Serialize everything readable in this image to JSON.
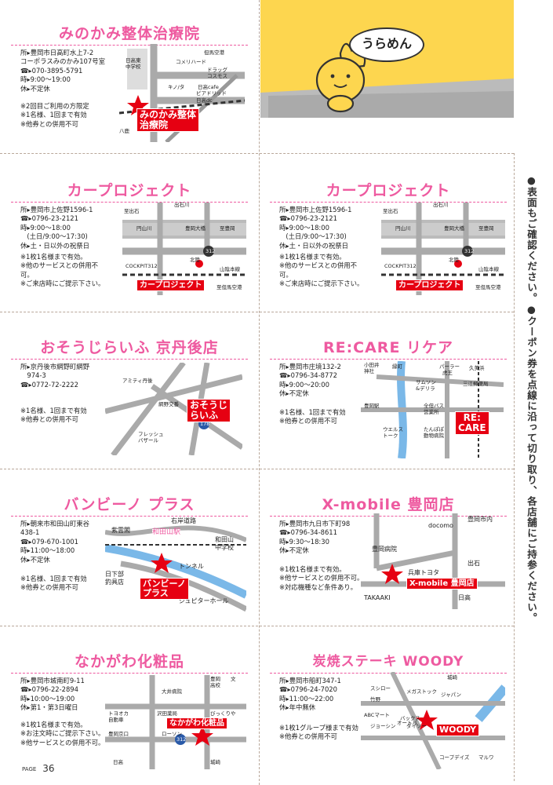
{
  "page": {
    "page_label": "PAGE",
    "page_number": "36",
    "side_note": "●表面もご確認ください。●クーポン券を点線に沿って切り取り、各店舗にご持参ください。",
    "character_name": "うらめん"
  },
  "coupons": [
    {
      "title": "みのかみ整体治療院",
      "info": [
        "所▸豊岡市日高町水上7-2",
        "コーポラスみのかみ107号室",
        "☎▸070-3895-5791",
        "時▸9:00〜19:00",
        "休▸不定休"
      ],
      "notes": [
        "※2回目ご利用の方限定",
        "※1名様、1回まで有効",
        "※他券との併用不可"
      ],
      "shop_label": [
        "みのかみ整体",
        "治療院"
      ],
      "map_labels": {
        "a": "日高東",
        "b": "中学校",
        "c": "コメリハード",
        "d": "但馬空港",
        "e": "ドラッグ",
        "f": "コスモス",
        "g": "キノ/タ",
        "h": "ピアドリッド",
        "i": "日高dc",
        "j": "八鹿",
        "k": "日高cafe"
      }
    },
    {
      "title": "カープロジェクト",
      "info": [
        "所▸豊岡市上佐野1596-1",
        "☎▸0796-23-2121",
        "時▸9:00〜18:00",
        "　(土日/9:00〜17:30)",
        "休▸土・日以外の祝祭日"
      ],
      "notes": [
        "※1枚1名様まで有効。",
        "※他のサービスとの併用不",
        "可。",
        "※ご来店時にご提示下さい。"
      ],
      "shop_label": [
        "カープロジェクト"
      ],
      "map_labels": {
        "a": "出石川",
        "b": "円山川",
        "c": "豊岡大橋",
        "d": "至出石",
        "e": "至豊岡",
        "f": "北陸",
        "g": "COCKPIT312",
        "h": "312",
        "i": "山陰本線",
        "j": "至但馬空港"
      }
    },
    {
      "title": "カープロジェクト",
      "info": [
        "所▸豊岡市上佐野1596-1",
        "☎▸0796-23-2121",
        "時▸9:00〜18:00",
        "　(土日/9:00〜17:30)",
        "休▸土・日以外の祝祭日"
      ],
      "notes": [
        "※1枚1名様まで有効。",
        "※他のサービスとの併用不",
        "可。",
        "※ご来店時にご提示下さい。"
      ],
      "shop_label": [
        "カープロジェクト"
      ],
      "map_labels": {
        "a": "出石川",
        "b": "円山川",
        "c": "豊岡大橋",
        "d": "至出石",
        "e": "至豊岡",
        "f": "北陸",
        "g": "COCKPIT312",
        "h": "312",
        "i": "山陰本線",
        "j": "至但馬空港"
      }
    },
    {
      "title": "おそうじらいふ 京丹後店",
      "info": [
        "所▸京丹後市網野町網野",
        "　974-3",
        "☎▸0772-72-2222"
      ],
      "notes": [
        "※1名様、1回まで有効",
        "※他券との併用不可"
      ],
      "shop_label": [
        "おそうじ",
        "らいふ"
      ],
      "map_labels": {
        "a": "アミティ丹後",
        "b": "網野交番",
        "c": "フレッシュ",
        "d": "バザール",
        "e": "178"
      }
    },
    {
      "title": "RE:CARE リケア",
      "info": [
        "所▸豊岡市庄境132-2",
        "☎▸0796-34-8772",
        "時▸9:00〜20:00",
        "休▸不定休"
      ],
      "notes": [
        "※1名様、1回まで有効",
        "※他券との併用不可"
      ],
      "shop_label": [
        "RE:",
        "CARE"
      ],
      "map_labels": {
        "a": "小田井",
        "b": "神社",
        "c": "縁町",
        "d": "パーラー",
        "e": "虎王",
        "f": "久美浜",
        "g": "サムソン",
        "h": "&デリラ",
        "i": "三江郵便局",
        "j": "豊岡駅",
        "k": "全但バス",
        "l": "営業所",
        "m": "ウエルス",
        "n": "トーク",
        "o": "たんぽぽ",
        "p": "動物病院"
      }
    },
    {
      "title": "バンビーノ プラス",
      "info": [
        "所▸朝来市和田山町東谷",
        "438-1",
        "☎▸079-670-1001",
        "時▸11:00〜18:00",
        "休▸不定休"
      ],
      "notes": [
        "※1名様、1回まで有効",
        "※他券との併用不可"
      ],
      "shop_label": [
        "バンビーノ",
        "プラス"
      ],
      "map_labels": {
        "a": "右岸道路",
        "b": "紫雲閣",
        "c": "和田山駅",
        "d": "和田山",
        "e": "中学校",
        "f": "トンネル",
        "g": "日下部",
        "h": "釣具店",
        "i": "ジュピターホール"
      }
    },
    {
      "title": "X-mobile 豊岡店",
      "info": [
        "所▸豊岡市九日市下町98",
        "☎▸0796-34-8611",
        "時▸9:30〜18:30",
        "休▸不定休"
      ],
      "notes": [
        "※1枚1名様まで有効。",
        "※他サービスとの併用不可。",
        "※対応機種など条件あり。"
      ],
      "shop_label": [
        "X-mobile 豊岡店"
      ],
      "map_labels": {
        "a": "docomo",
        "b": "豊岡市内",
        "c": "豊岡病院",
        "d": "兵庫トヨタ",
        "e": "出石",
        "f": "TAKAAKI",
        "g": "日高"
      }
    },
    {
      "title": "なかがわ化粧品",
      "info": [
        "所▸豊岡市城南町9-11",
        "☎▸0796-22-2894",
        "時▸10:00〜19:00",
        "休▸第1・第3日曜日"
      ],
      "notes": [
        "※1枚1名様まで有効。",
        "※お注文時にご提示下さい。",
        "※他サービスとの併用不可。"
      ],
      "shop_label": [
        "なかがわ化粧品"
      ],
      "map_labels": {
        "a": "豊岡",
        "b": "高校",
        "c": "大井病院",
        "d": "トヨオカ",
        "e": "自動車",
        "f": "沢田薬局",
        "g": "びっくりや",
        "h": "ローソン",
        "i": "豊岡京口",
        "j": "日高",
        "k": "城崎",
        "l": "312",
        "m": "文"
      }
    },
    {
      "title": "炭焼ステーキ WOODY",
      "info": [
        "所▸豊岡市船町347-1",
        "☎▸0796-24-7020",
        "時▸11:00〜22:00",
        "休▸年中無休"
      ],
      "notes": [
        "※1枚1グループ様まで有効",
        "※他券との併用不可"
      ],
      "shop_label": [
        "WOODY"
      ],
      "map_labels": {
        "a": "城崎",
        "b": "スシロー",
        "c": "メガストック",
        "d": "ジャパン",
        "e": "竹野",
        "f": "ABCマート",
        "g": "バックス",
        "h": "ジョーシン",
        "i": "ダイソー",
        "j": "オートバ",
        "k": "コープデイズ",
        "l": "マルワ"
      }
    }
  ]
}
